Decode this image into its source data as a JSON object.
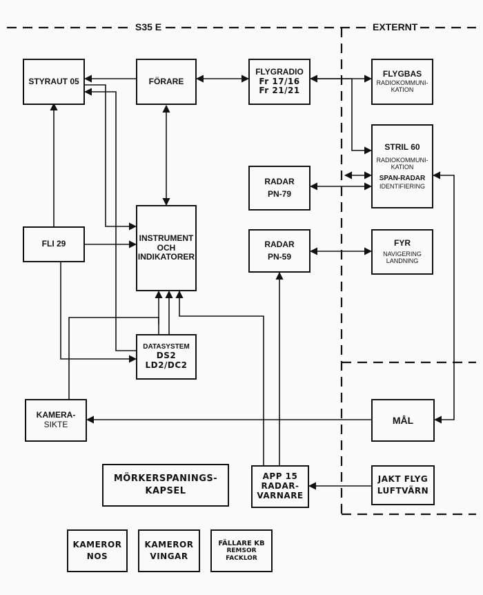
{
  "header": {
    "left": "S35 E",
    "right": "EXTERNT"
  },
  "blocks": {
    "styraut": {
      "title": "STYRAUT 05"
    },
    "forare": {
      "title": "FÖRARE"
    },
    "flygradio": {
      "title": "FLYGRADIO",
      "l1": "Fr 17/16",
      "l2": "Fr 21/21"
    },
    "flygbas": {
      "title": "FLYGBAS",
      "l1": "RADIOKOMMUNI-",
      "l2": "KATION"
    },
    "stril": {
      "title": "STRIL 60",
      "l1": "RADIOKOMMUNI-",
      "l2": "KATION",
      "l3": "SPAN-RADAR",
      "l4": "IDENTIFIERING"
    },
    "radar79": {
      "title": "RADAR",
      "l1": "PN-79"
    },
    "fli": {
      "title": "FLI 29"
    },
    "instrument": {
      "l1": "INSTRUMENT",
      "l2": "OCH",
      "l3": "INDIKATORER"
    },
    "radar59": {
      "title": "RADAR",
      "l1": "PN-59"
    },
    "fyr": {
      "title": "FYR",
      "l1": "NAVIGERING",
      "l2": "LANDNING"
    },
    "datasystem": {
      "title": "DATASYSTEM",
      "l1": "DS2",
      "l2": "LD2/DC2"
    },
    "kamera": {
      "l1": "KAMERA-",
      "l2": "SIKTE"
    },
    "mal": {
      "title": "MÅL"
    },
    "morker": {
      "l1": "MÖRKERSPANINGS-",
      "l2": "KAPSEL"
    },
    "app": {
      "l1": "APP 15",
      "l2": "RADAR-",
      "l3": "VARNARE"
    },
    "jakt": {
      "l1": "JAKT FLYG",
      "l2": "LUFTVÄRN"
    },
    "kamnos": {
      "l1": "KAMEROR",
      "l2": "NOS"
    },
    "kamving": {
      "l1": "KAMEROR",
      "l2": "VINGAR"
    },
    "fallare": {
      "l1": "FÄLLARE KB",
      "l2": "REMSOR",
      "l3": "FACKLOR"
    }
  }
}
